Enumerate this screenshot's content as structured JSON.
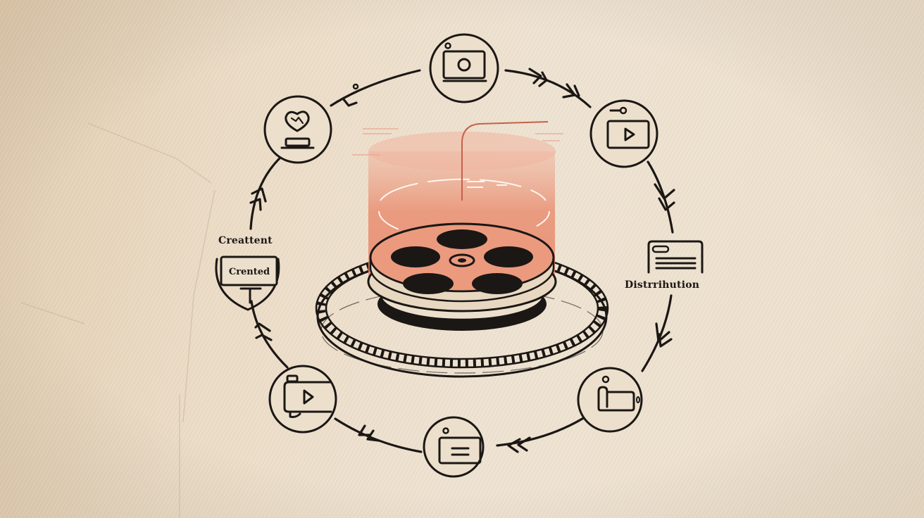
{
  "diagram": {
    "type": "cycle",
    "direction": "clockwise",
    "center": {
      "subject": "film-reel",
      "overlay": "translucent orange cylinder hologram",
      "accent_color": "#e8876a"
    },
    "stroke_color": "#1b1714",
    "background_color": "#ece0cd",
    "nodes": [
      {
        "id": "top",
        "icon": "laptop-camera-icon",
        "label": ""
      },
      {
        "id": "upper-right",
        "icon": "video-player-icon",
        "label": ""
      },
      {
        "id": "right",
        "icon": "document-card-icon",
        "label": "Distrrihution"
      },
      {
        "id": "lower-right",
        "icon": "person-folder-icon",
        "label": ""
      },
      {
        "id": "bottom",
        "icon": "text-card-icon",
        "label": ""
      },
      {
        "id": "lower-left",
        "icon": "film-camera-play-icon",
        "label": ""
      },
      {
        "id": "left",
        "icon": "monitor-icon",
        "label": "Creattent",
        "screen_text": "Crented"
      },
      {
        "id": "upper-left",
        "icon": "heart-device-icon",
        "label": ""
      }
    ]
  }
}
